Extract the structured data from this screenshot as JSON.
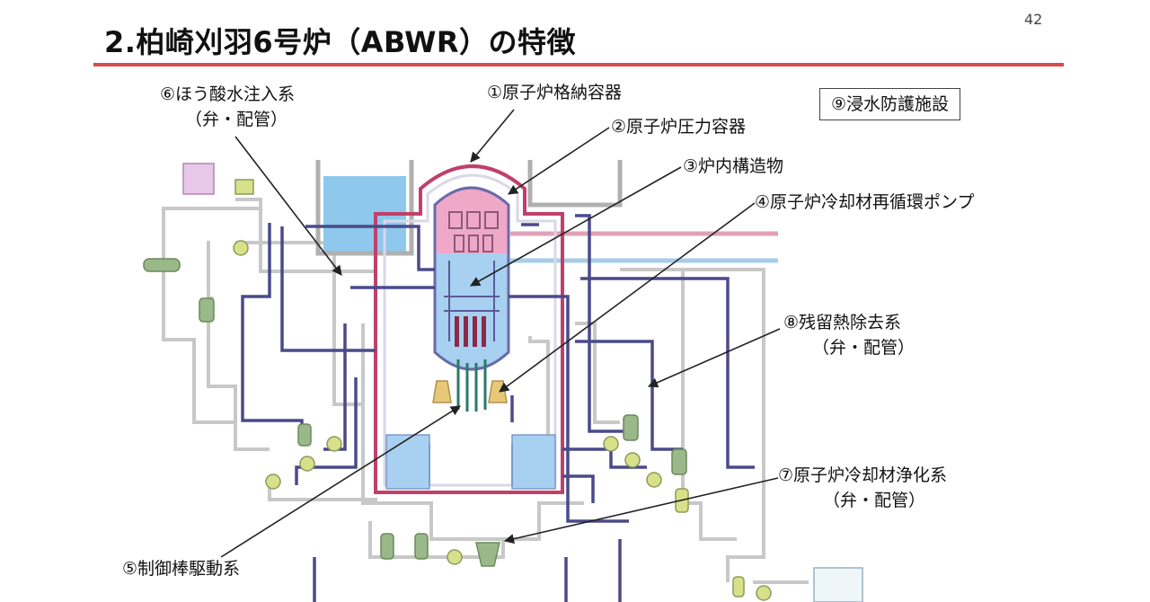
{
  "page": {
    "title": "2.柏崎刈羽6号炉（ABWR）の特徴",
    "page_number": "42"
  },
  "labels": {
    "l1": "①原子炉格納容器",
    "l2": "②原子炉圧力容器",
    "l3": "③炉内構造物",
    "l4": "④原子炉冷却材再循環ポンプ",
    "l5": "⑤制御棒駆動系",
    "l6_line1": "⑥ほう酸水注入系",
    "l6_line2": "（弁・配管）",
    "l7_line1": "⑦原子炉冷却材浄化系",
    "l7_line2": "（弁・配管）",
    "l8_line1": "⑧残留熱除去系",
    "l8_line2": "（弁・配管）",
    "l9": "⑨浸水防護施設"
  },
  "colors": {
    "accent_rule": "#d94a4a",
    "containment": "#c0406a",
    "vessel_top": "#f0a8c8",
    "vessel_bottom": "#a8d0f0",
    "pool_water": "#8ec8ec",
    "pipe_navy": "#4a4a8a",
    "pipe_grey": "#c8c8c8",
    "pipe_pink": "#e0a0b8",
    "pipe_blue": "#a8cce8",
    "equipment_green": "#9ab88a",
    "equipment_yellow": "#d8e08a",
    "pump_orange": "#e8c878"
  }
}
